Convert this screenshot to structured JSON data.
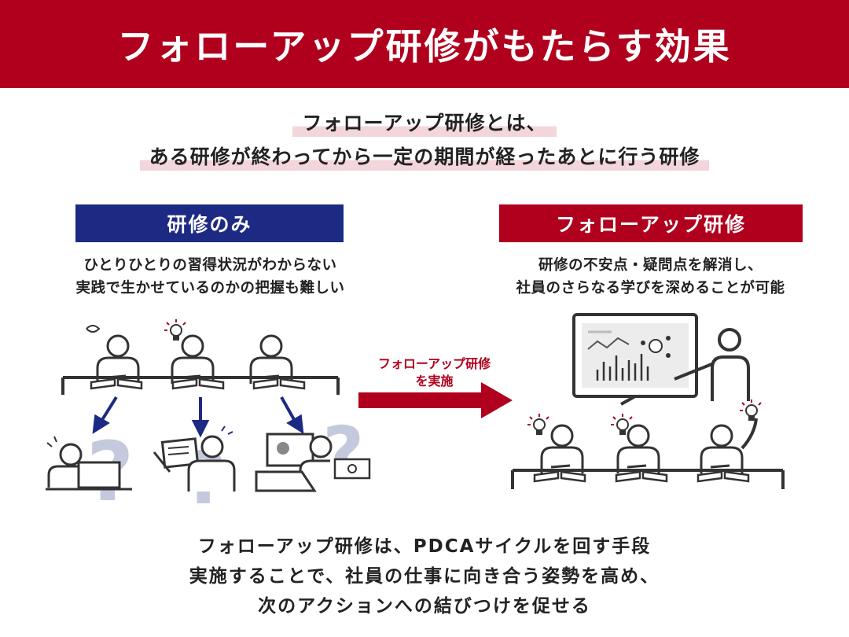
{
  "header": {
    "title": "フォローアップ研修がもたらす効果"
  },
  "definition": {
    "line1": "フォローアップ研修とは、",
    "line2": "ある研修が終わってから一定の期間が経ったあとに行う研修"
  },
  "left": {
    "title": "研修のみ",
    "desc_line1": "ひとりひとりの習得状況がわからない",
    "desc_line2": "実践で生かせているのかの把握も難しい"
  },
  "right": {
    "title": "フォローアップ研修",
    "desc_line1": "研修の不安点・疑問点を解消し、",
    "desc_line2": "社員のさらなる学びを深めることが可能"
  },
  "arrow": {
    "line1": "フォローアップ研修",
    "line2": "を実施"
  },
  "summary": {
    "line1": "フォローアップ研修は、PDCAサイクルを回す手段",
    "line2": "実施することで、社員の仕事に向き合う姿勢を高め、",
    "line3": "次のアクションへの結びつけを促せる"
  },
  "colors": {
    "accent_red": "#b0001e",
    "accent_navy": "#1d2a84",
    "highlight": "#f3d6dc",
    "question_mark": "#c5c9de"
  }
}
